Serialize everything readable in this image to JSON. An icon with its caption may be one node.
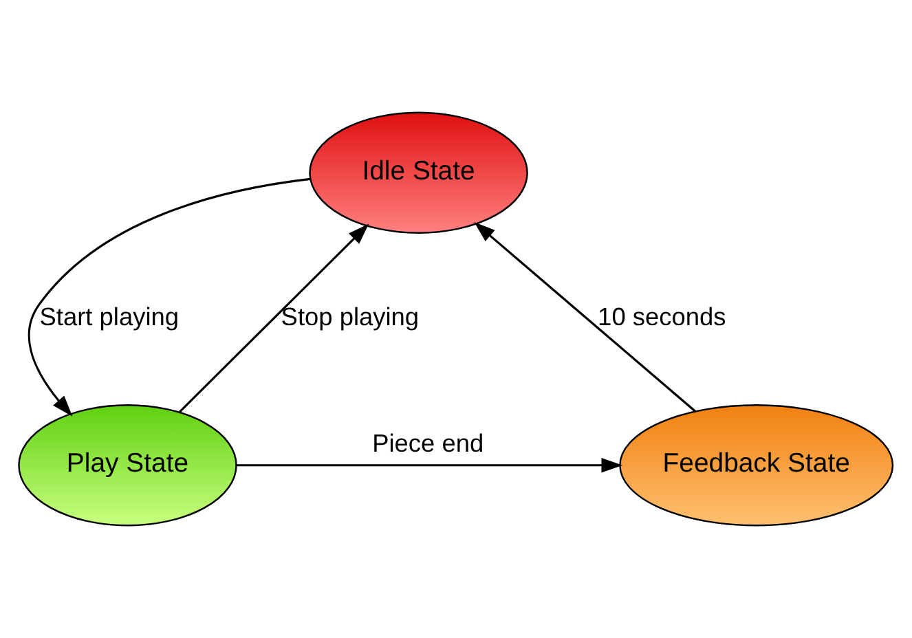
{
  "diagram": {
    "nodes": [
      {
        "text": [
          "Idle State"
        ]
      },
      {
        "text": [
          "Feedback State"
        ]
      },
      {
        "text": [
          "Play State"
        ]
      }
    ],
    "edges": [
      {
        "from": 0,
        "to": 2,
        "arrow": "to",
        "label": "Start playing"
      },
      {
        "from": 2,
        "to": 0,
        "arrow": "to",
        "label": "Stop playing"
      },
      {
        "from": 2,
        "to": 1,
        "arrow": "to",
        "label": "Piece end"
      },
      {
        "from": 1,
        "to": 0,
        "arrow": "to",
        "label": "10 seconds"
      }
    ]
  }
}
